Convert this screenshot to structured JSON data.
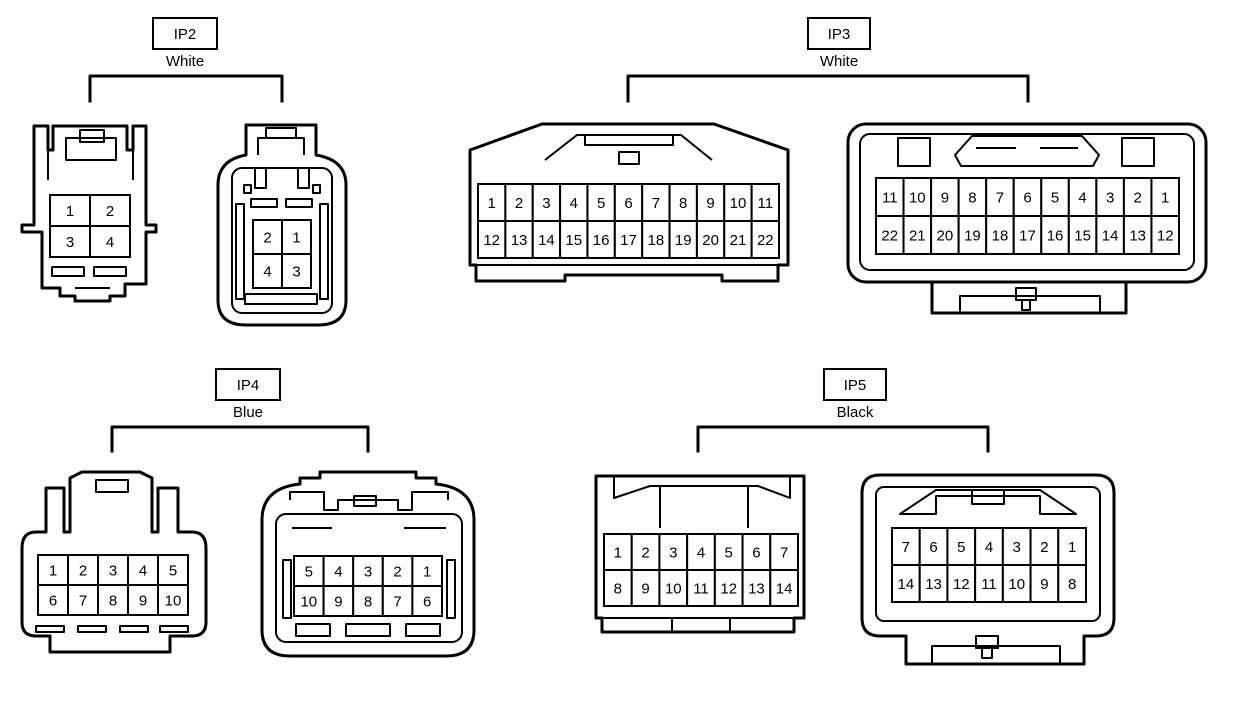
{
  "connectors": [
    {
      "id": "IP2",
      "name": "IP2",
      "color": "White",
      "views": [
        {
          "rows": [
            [
              "1",
              "2"
            ],
            [
              "3",
              "4"
            ]
          ]
        },
        {
          "rows": [
            [
              "2",
              "1"
            ],
            [
              "4",
              "3"
            ]
          ]
        }
      ]
    },
    {
      "id": "IP3",
      "name": "IP3",
      "color": "White",
      "views": [
        {
          "rows": [
            [
              "1",
              "2",
              "3",
              "4",
              "5",
              "6",
              "7",
              "8",
              "9",
              "10",
              "11"
            ],
            [
              "12",
              "13",
              "14",
              "15",
              "16",
              "17",
              "18",
              "19",
              "20",
              "21",
              "22"
            ]
          ]
        },
        {
          "rows": [
            [
              "11",
              "10",
              "9",
              "8",
              "7",
              "6",
              "5",
              "4",
              "3",
              "2",
              "1"
            ],
            [
              "22",
              "21",
              "20",
              "19",
              "18",
              "17",
              "16",
              "15",
              "14",
              "13",
              "12"
            ]
          ]
        }
      ]
    },
    {
      "id": "IP4",
      "name": "IP4",
      "color": "Blue",
      "views": [
        {
          "rows": [
            [
              "1",
              "2",
              "3",
              "4",
              "5"
            ],
            [
              "6",
              "7",
              "8",
              "9",
              "10"
            ]
          ]
        },
        {
          "rows": [
            [
              "5",
              "4",
              "3",
              "2",
              "1"
            ],
            [
              "10",
              "9",
              "8",
              "7",
              "6"
            ]
          ]
        }
      ]
    },
    {
      "id": "IP5",
      "name": "IP5",
      "color": "Black",
      "views": [
        {
          "rows": [
            [
              "1",
              "2",
              "3",
              "4",
              "5",
              "6",
              "7"
            ],
            [
              "8",
              "9",
              "10",
              "11",
              "12",
              "13",
              "14"
            ]
          ]
        },
        {
          "rows": [
            [
              "7",
              "6",
              "5",
              "4",
              "3",
              "2",
              "1"
            ],
            [
              "14",
              "13",
              "12",
              "11",
              "10",
              "9",
              "8"
            ]
          ]
        }
      ]
    }
  ]
}
